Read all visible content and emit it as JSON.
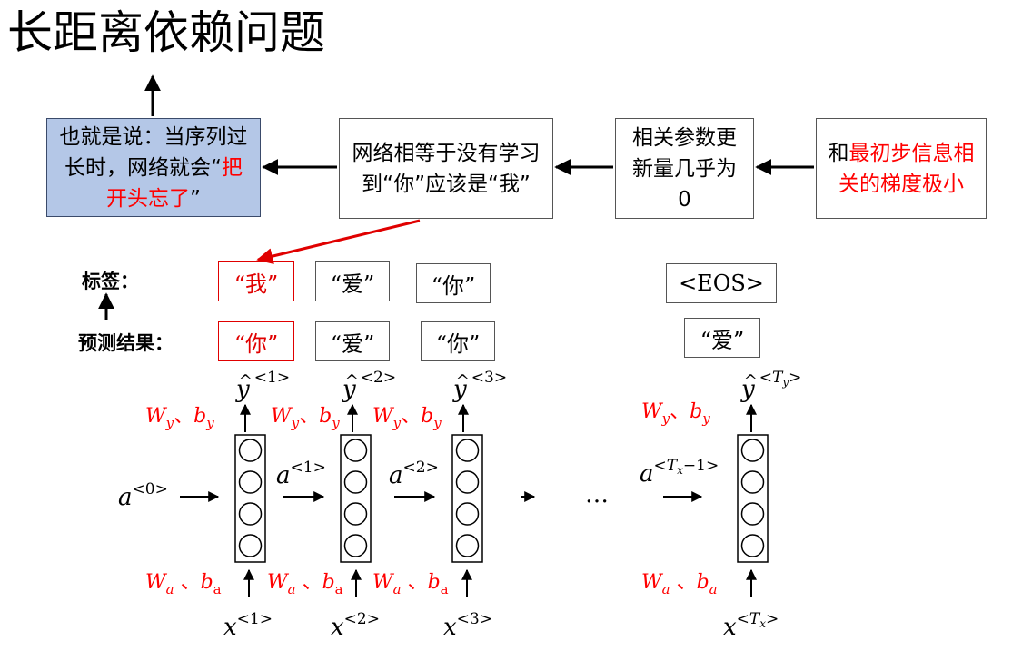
{
  "title": "长距离依赖问题",
  "boxes": {
    "conclusion_pre": "也就是说：当序列过长时，网络就会“",
    "conclusion_red": "把开头忘了",
    "conclusion_post": "”",
    "learn": "网络相等于没有学习到“你”应该是“我”",
    "update": "相关参数更新量几乎为0",
    "grad_pre": "和",
    "grad_red": "最初步信息相关的梯度极小"
  },
  "labels": {
    "label_row": "标签：",
    "pred_row": "预测结果："
  },
  "label_tokens": [
    "“我”",
    "“爱”",
    "“你”",
    "<EOS>"
  ],
  "pred_tokens": [
    "“你”",
    "“爱”",
    "“你”",
    "“爱”"
  ],
  "colors": {
    "red": "#ff0000",
    "blue_box": "#b4c7e7"
  }
}
